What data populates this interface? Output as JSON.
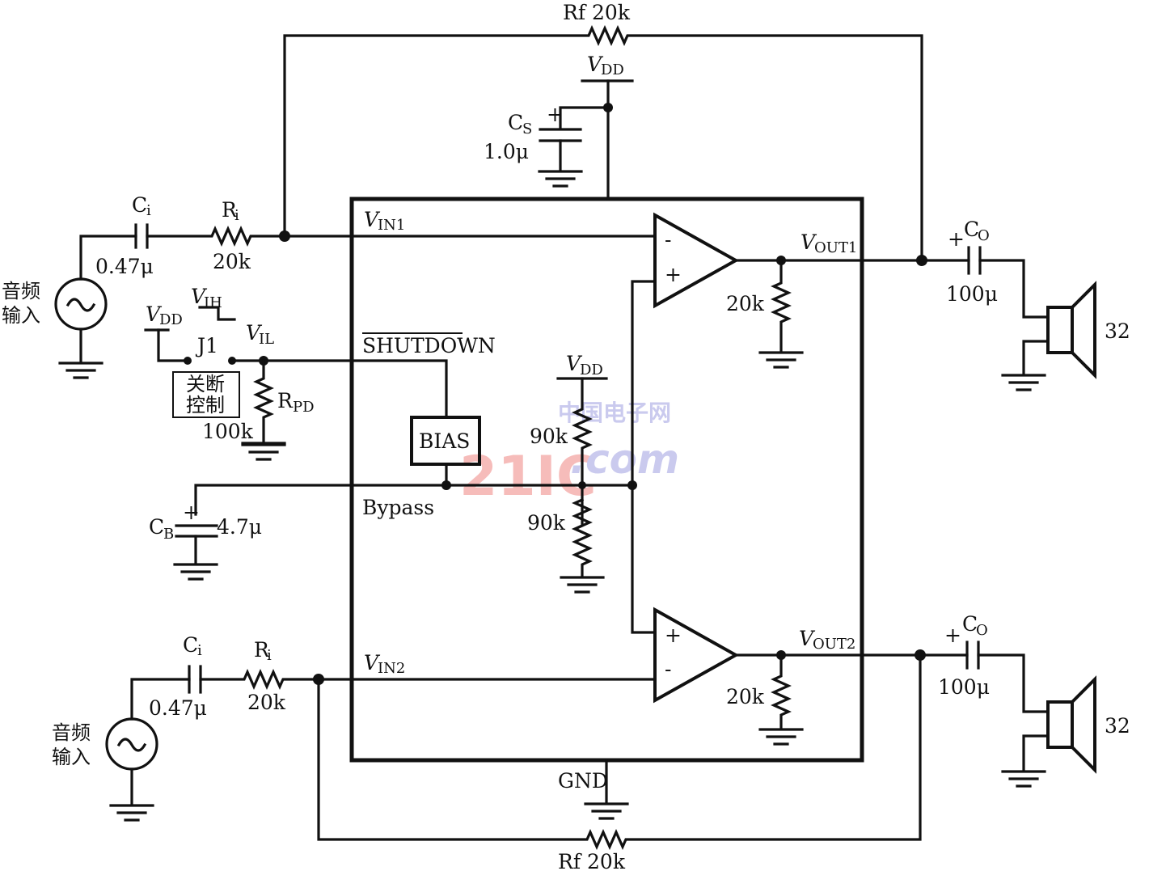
{
  "labels": {
    "rf_top": "Rf  20k",
    "rf_bottom": "Rf  20k",
    "vdd": "V",
    "vdd_sub": "DD",
    "cs_name": "C",
    "cs_sub": "S",
    "cs_value": "1.0μ",
    "ci_name": "C",
    "ci_sub": "i",
    "ci_value": "0.47μ",
    "ri_name": "R",
    "ri_sub": "i",
    "ri_value": "20k",
    "audio_in_1": "音频",
    "audio_in_2": "输入",
    "vih": "V",
    "vih_sub": "IH",
    "vil": "V",
    "vil_sub": "IL",
    "j1": "J1",
    "shutdown_ctrl_1": "关断",
    "shutdown_ctrl_2": "控制",
    "rpd_name": "R",
    "rpd_sub": "PD",
    "rpd_value": "100k",
    "vin1": "V",
    "vin1_sub": "IN1",
    "vin2": "V",
    "vin2_sub": "IN2",
    "shutdown": "SHUTDOWN",
    "bias": "BIAS",
    "bypass": "Bypass",
    "cb_name": "C",
    "cb_sub": "B",
    "cb_value": "4.7μ",
    "r90k": "90k",
    "r20k": "20k",
    "vout1": "V",
    "vout1_sub": "OUT1",
    "vout2": "V",
    "vout2_sub": "OUT2",
    "co_name": "C",
    "co_sub": "O",
    "co_value": "100μ",
    "speaker": "32",
    "gnd": "GND",
    "plus": "+",
    "minus": "-",
    "watermark_main": "21IC",
    "watermark_dotcom": ".com",
    "watermark_cn": "中国电子网"
  }
}
